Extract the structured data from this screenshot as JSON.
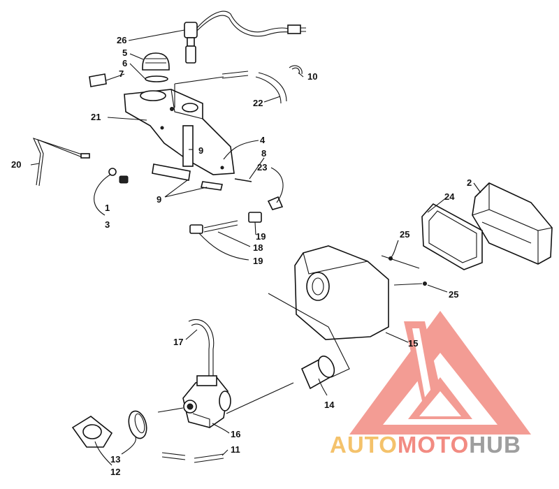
{
  "diagram": {
    "callouts": [
      {
        "id": "c26",
        "text": "26"
      },
      {
        "id": "c5",
        "text": "5"
      },
      {
        "id": "c6",
        "text": "6"
      },
      {
        "id": "c7",
        "text": "7"
      },
      {
        "id": "c10",
        "text": "10"
      },
      {
        "id": "c22",
        "text": "22"
      },
      {
        "id": "c21",
        "text": "21"
      },
      {
        "id": "c4",
        "text": "4"
      },
      {
        "id": "c8",
        "text": "8"
      },
      {
        "id": "c9a",
        "text": "9"
      },
      {
        "id": "c9b",
        "text": "9"
      },
      {
        "id": "c23",
        "text": "23"
      },
      {
        "id": "c20",
        "text": "20"
      },
      {
        "id": "c1",
        "text": "1"
      },
      {
        "id": "c3",
        "text": "3"
      },
      {
        "id": "c19a",
        "text": "19"
      },
      {
        "id": "c18",
        "text": "18"
      },
      {
        "id": "c19b",
        "text": "19"
      },
      {
        "id": "c2",
        "text": "2"
      },
      {
        "id": "c24",
        "text": "24"
      },
      {
        "id": "c25a",
        "text": "25"
      },
      {
        "id": "c25b",
        "text": "25"
      },
      {
        "id": "c15",
        "text": "15"
      },
      {
        "id": "c17",
        "text": "17"
      },
      {
        "id": "c14",
        "text": "14"
      },
      {
        "id": "c16",
        "text": "16"
      },
      {
        "id": "c11",
        "text": "11"
      },
      {
        "id": "c13",
        "text": "13"
      },
      {
        "id": "c12",
        "text": "12"
      }
    ]
  },
  "watermark": {
    "part1": "AUTO",
    "part2": "MOTO",
    "part3": "HUB",
    "colors": {
      "triangle": "#f28b82",
      "part1": "#f4c26b",
      "part2": "#f28b82",
      "part3": "#9e9e9e"
    }
  }
}
